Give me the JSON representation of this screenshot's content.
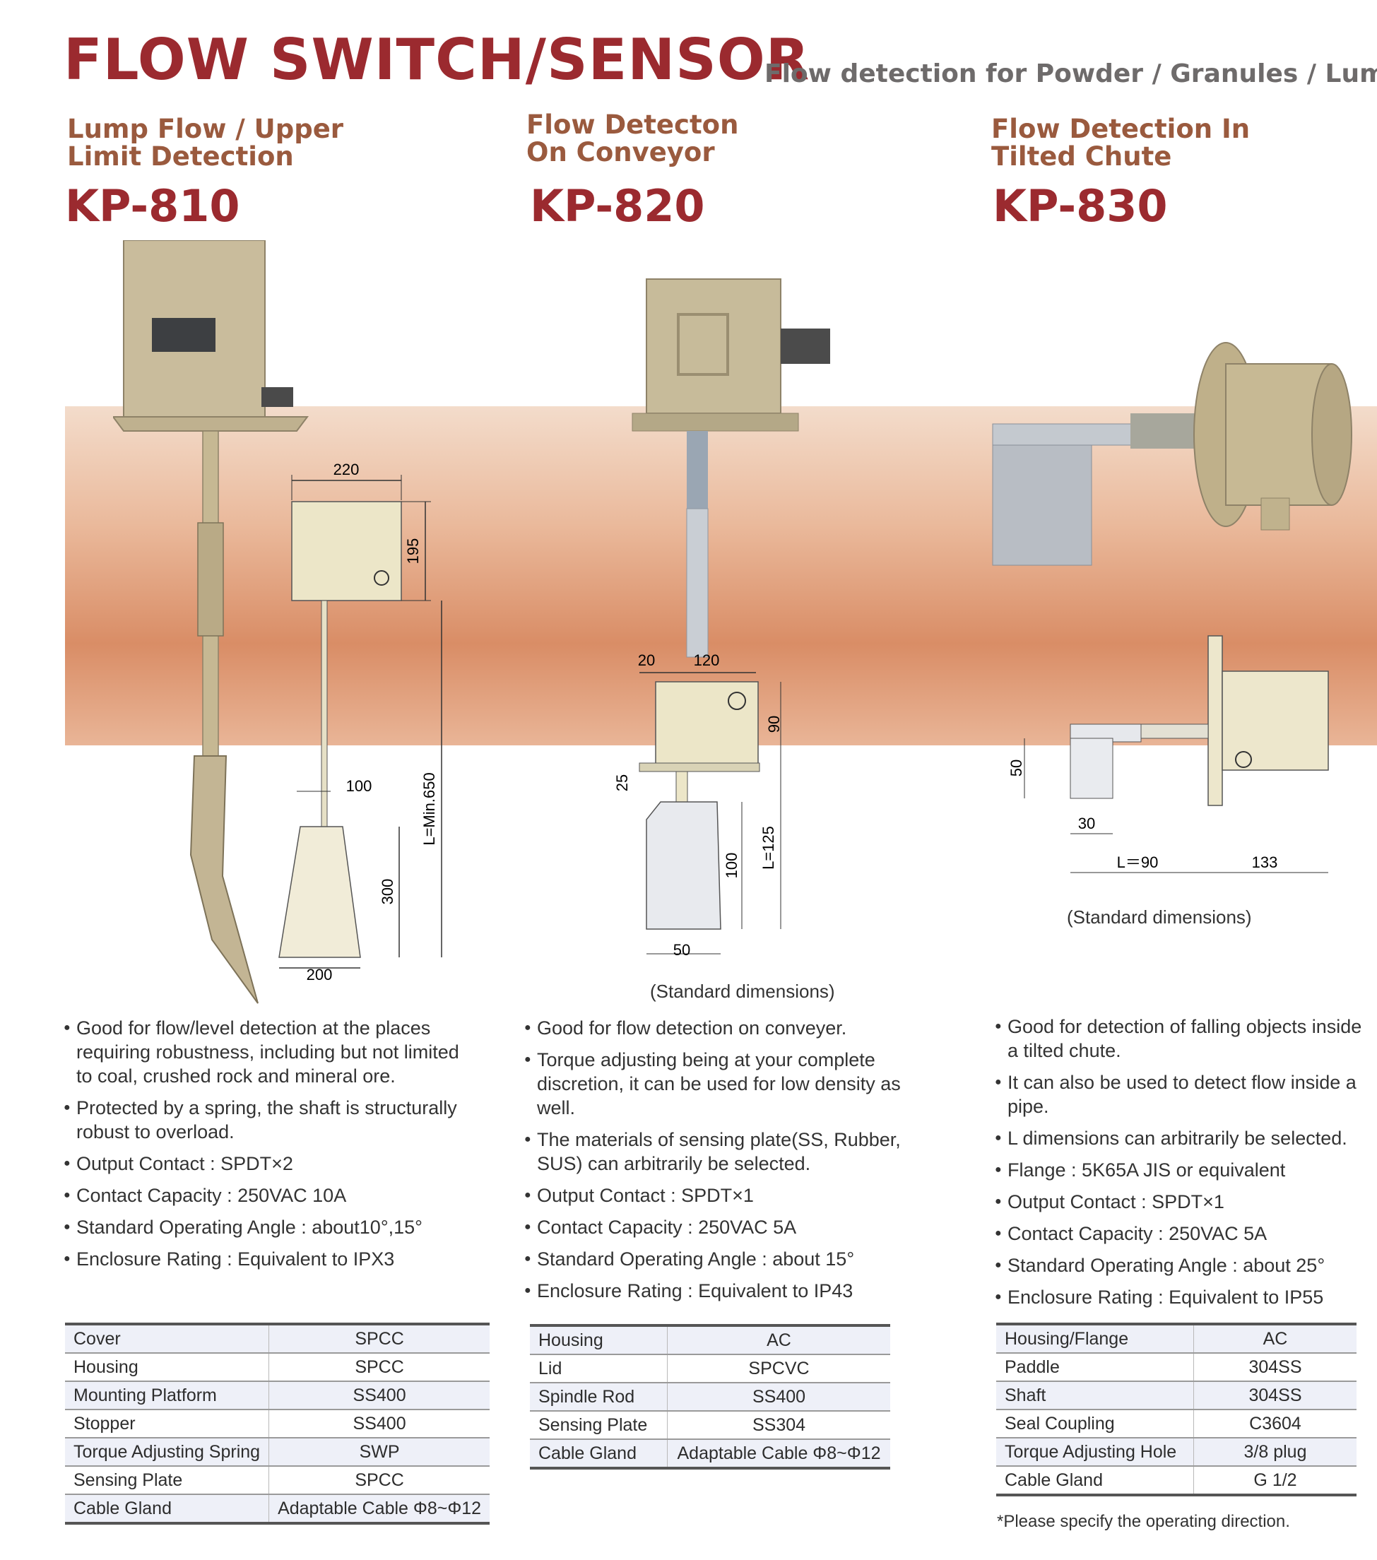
{
  "header": {
    "title": "FLOW SWITCH/SENSOR",
    "subtitle": "Flow detection for Powder / Granules / Lump !"
  },
  "products": [
    {
      "subtitle_line1": "Lump Flow / Upper",
      "subtitle_line2": "Limit Detection",
      "model": "KP-810",
      "dimensions": {
        "width": "220",
        "height": "195",
        "length": "L=Min.650",
        "rod": "100",
        "plate_height": "300",
        "plate_width": "200"
      },
      "features": [
        "Good for flow/level detection at the places requiring robustness, including but not limited to coal, crushed rock and mineral  ore.",
        "Protected by a spring, the shaft is structurally robust to overload.",
        "Output Contact : SPDT×2",
        "Contact Capacity : 250VAC 10A",
        "Standard Operating Angle : about10°,15°",
        "Enclosure Rating : Equivalent to IPX3"
      ],
      "specs": [
        [
          "Cover",
          "SPCC"
        ],
        [
          "Housing",
          "SPCC"
        ],
        [
          "Mounting Platform",
          "SS400"
        ],
        [
          "Stopper",
          "SS400"
        ],
        [
          "Torque Adjusting Spring",
          "SWP"
        ],
        [
          "Sensing Plate",
          "SPCC"
        ],
        [
          "Cable Gland",
          "Adaptable Cable  Φ8~Φ12"
        ]
      ]
    },
    {
      "subtitle_line1": "Flow Detecton",
      "subtitle_line2": "On Conveyor",
      "model": "KP-820",
      "dimensions": {
        "offset": "20",
        "width": "120",
        "height": "90",
        "gap": "25",
        "plate_height": "100",
        "length": "L=125",
        "plate_width": "50",
        "caption": "(Standard dimensions)"
      },
      "features": [
        "Good for flow detection on conveyer.",
        "Torque adjusting being at your complete discretion, it can be used for low density as well.",
        "The materials of sensing plate(SS, Rubber, SUS) can arbitrarily be selected.",
        "Output Contact : SPDT×1",
        "Contact Capacity : 250VAC 5A",
        "Standard Operating Angle : about 15°",
        "Enclosure Rating : Equivalent to IP43"
      ],
      "specs": [
        [
          "Housing",
          "AC"
        ],
        [
          "Lid",
          "SPCVC"
        ],
        [
          "Spindle Rod",
          "SS400"
        ],
        [
          "Sensing Plate",
          "SS304"
        ],
        [
          "Cable Gland",
          "Adaptable Cable Φ8~Φ12"
        ]
      ]
    },
    {
      "subtitle_line1": "Flow Detection In",
      "subtitle_line2": "Tilted Chute",
      "model": "KP-830",
      "dimensions": {
        "paddle_height": "50",
        "paddle_width": "30",
        "length": "L＝90",
        "body": "133",
        "caption": "(Standard dimensions)"
      },
      "features": [
        "Good for detection of falling objects inside a tilted chute.",
        "It can also be used to detect flow inside a pipe.",
        "L dimensions can arbitrarily be selected.",
        "Flange : 5K65A JIS or equivalent",
        "Output Contact : SPDT×1",
        "Contact Capacity : 250VAC 5A",
        "Standard Operating Angle : about 25°",
        "Enclosure Rating : Equivalent to IP55"
      ],
      "specs": [
        [
          "Housing/Flange",
          "AC"
        ],
        [
          "Paddle",
          "304SS"
        ],
        [
          "Shaft",
          "304SS"
        ],
        [
          "Seal Coupling",
          "C3604"
        ],
        [
          "Torque Adjusting Hole",
          "3/8 plug"
        ],
        [
          "Cable Gland",
          "G 1/2"
        ]
      ]
    }
  ],
  "note": "*Please specify the operating direction.",
  "colors": {
    "title_red": "#9b2a2f",
    "subtitle_brown": "#9a5a3e",
    "device_khaki": "#c3b594",
    "table_stripe": "#eef0f8"
  },
  "icons": [
    "kp-810-photo",
    "kp-820-photo",
    "kp-830-photo",
    "k-logo-icon"
  ]
}
